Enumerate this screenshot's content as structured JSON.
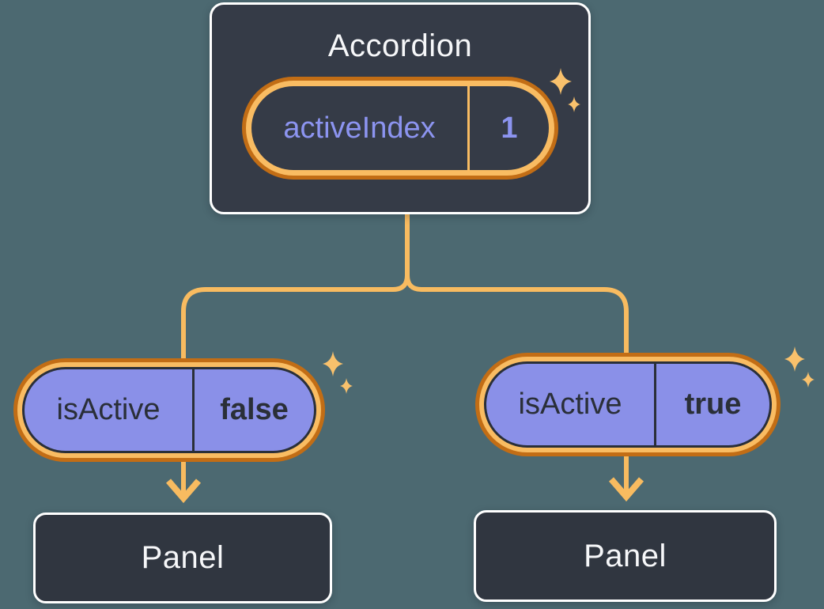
{
  "diagram": {
    "root": {
      "title": "Accordion",
      "state_key": "activeIndex",
      "state_value": "1"
    },
    "children": [
      {
        "state_key": "isActive",
        "state_value": "false",
        "panel_label": "Panel"
      },
      {
        "state_key": "isActive",
        "state_value": "true",
        "panel_label": "Panel"
      }
    ],
    "icons": {
      "sparkle": "four-point-star-sparkle"
    },
    "colors": {
      "background": "#4C6971",
      "node_fill": "#353B47",
      "panel_fill": "#303640",
      "node_border": "#FFFFFF",
      "pill_fill_purple": "#8A90E8",
      "ring_outer_orange": "#C26D15",
      "ring_inner_orange": "#F9BC62",
      "connector_orange": "#F8BB60",
      "sparkle_orange": "#F9C16C",
      "text_light": "#F6F7F9",
      "text_dark": "#2A2F38",
      "text_purple": "#8C94F0"
    }
  }
}
